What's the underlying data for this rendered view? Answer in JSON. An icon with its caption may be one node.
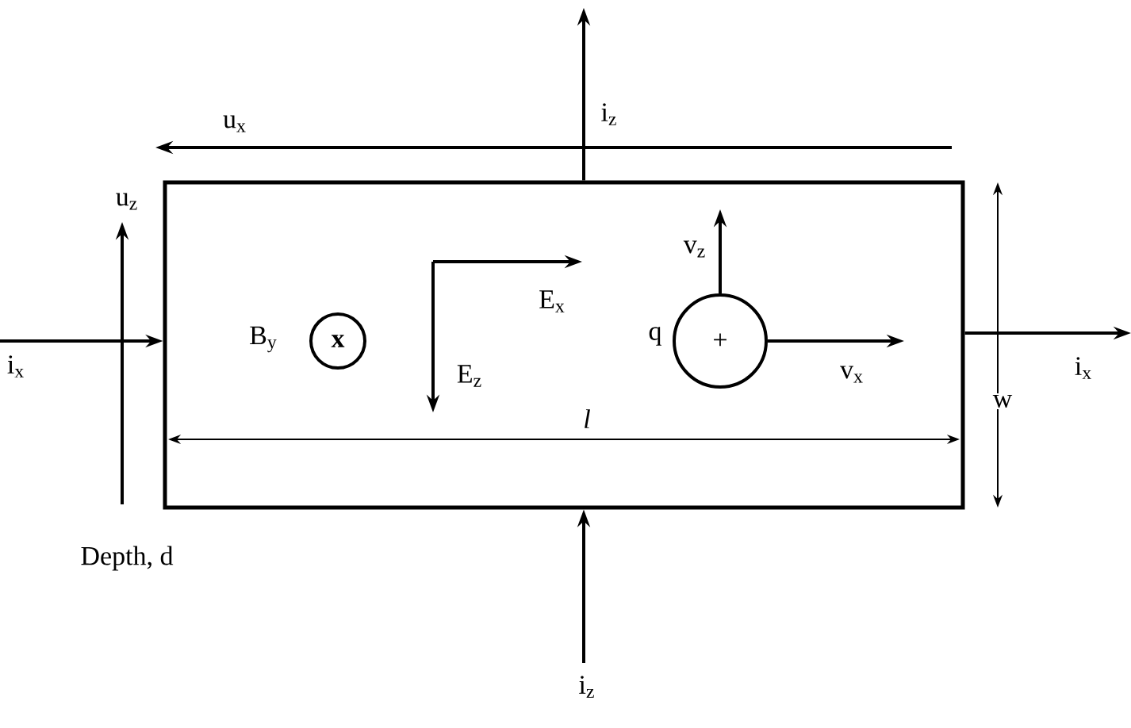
{
  "diagram": {
    "nodes": [
      {
        "text": [],
        "shape": "box"
      },
      {
        "text": [
          "x"
        ],
        "in": 0,
        "beside": [
          "B$_{y}$"
        ]
      },
      {
        "text": [
          "+"
        ],
        "in": 0,
        "beside": [
          "q"
        ]
      }
    ],
    "edges": [
      {
        "from": null,
        "to": 0,
        "arrow": "to",
        "label": "i$_{x}$"
      },
      {
        "from": 0,
        "to": null,
        "arrow": "to",
        "label": "i$_{x}$"
      },
      {
        "from": 0,
        "to": null,
        "arrow": "to",
        "label": "i$_{z}$"
      },
      {
        "from": null,
        "to": 0,
        "arrow": "to",
        "label": "i$_{z}$"
      },
      {
        "from": 2,
        "to": null,
        "arrow": "to",
        "label": "v$_{z}$"
      },
      {
        "from": 2,
        "to": null,
        "arrow": "to",
        "label": "v$_{x}$"
      }
    ],
    "labels": [
      "u$_{x}$",
      "u$_{z}$",
      "E$_{x}$",
      "E$_{z}$",
      "l",
      "w",
      "Depth, d"
    ]
  }
}
